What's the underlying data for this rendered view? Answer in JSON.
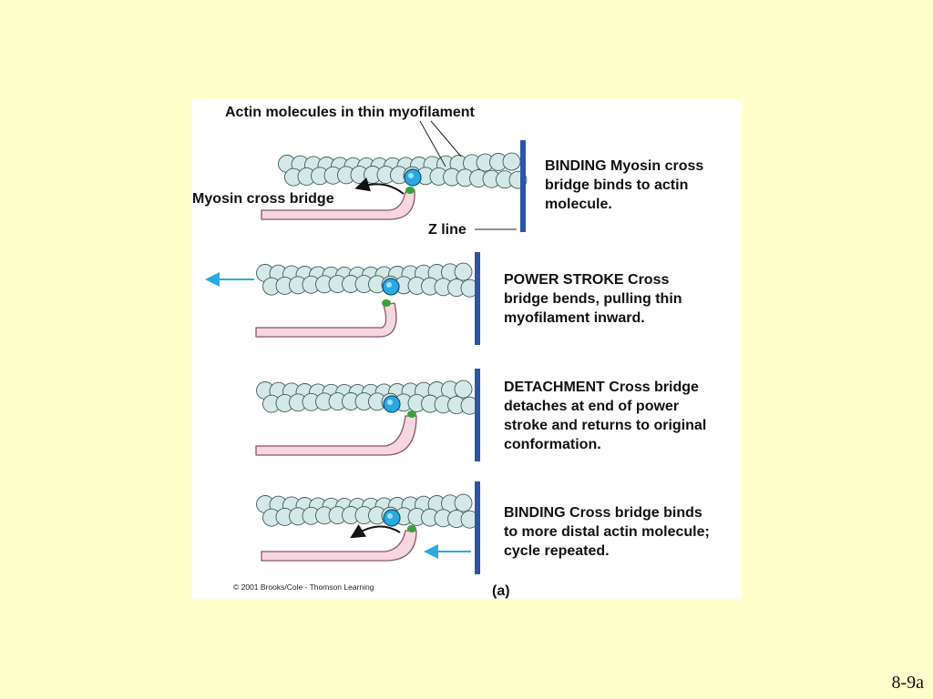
{
  "figure": {
    "labels": {
      "actin": "Actin molecules in thin myofilament",
      "cross_bridge": "Myosin cross bridge",
      "z_line": "Z line",
      "panel": "(a)",
      "credit": "© 2001 Brooks/Cole - Thomson Learning"
    },
    "steps": [
      {
        "title": "BINDING",
        "line1": " Myosin cross",
        "line2": "bridge binds to actin",
        "line3": "molecule.",
        "line4": ""
      },
      {
        "title": "POWER STROKE",
        "line1": " Cross",
        "line2": "bridge bends, pulling thin",
        "line3": "myofilament inward.",
        "line4": ""
      },
      {
        "title": "DETACHMENT",
        "line1": " Cross bridge",
        "line2": "detaches at end of power",
        "line3": "stroke and returns to original",
        "line4": "conformation."
      },
      {
        "title": "BINDING",
        "line1": " Cross bridge binds",
        "line2": "to more distal actin molecule;",
        "line3": "cycle repeated.",
        "line4": ""
      }
    ],
    "colors": {
      "actin": "#d4e9e7",
      "actin_outline": "#3f5c5a",
      "binding_site": "#2aa9e0",
      "myosin": "#f6d6df",
      "myosin_outline": "#8a5565",
      "myosin_head_tip": "#3aa13a",
      "z_line": "#2a55a8",
      "arrow": "#29abe2"
    }
  },
  "slide_number": "8-9a"
}
